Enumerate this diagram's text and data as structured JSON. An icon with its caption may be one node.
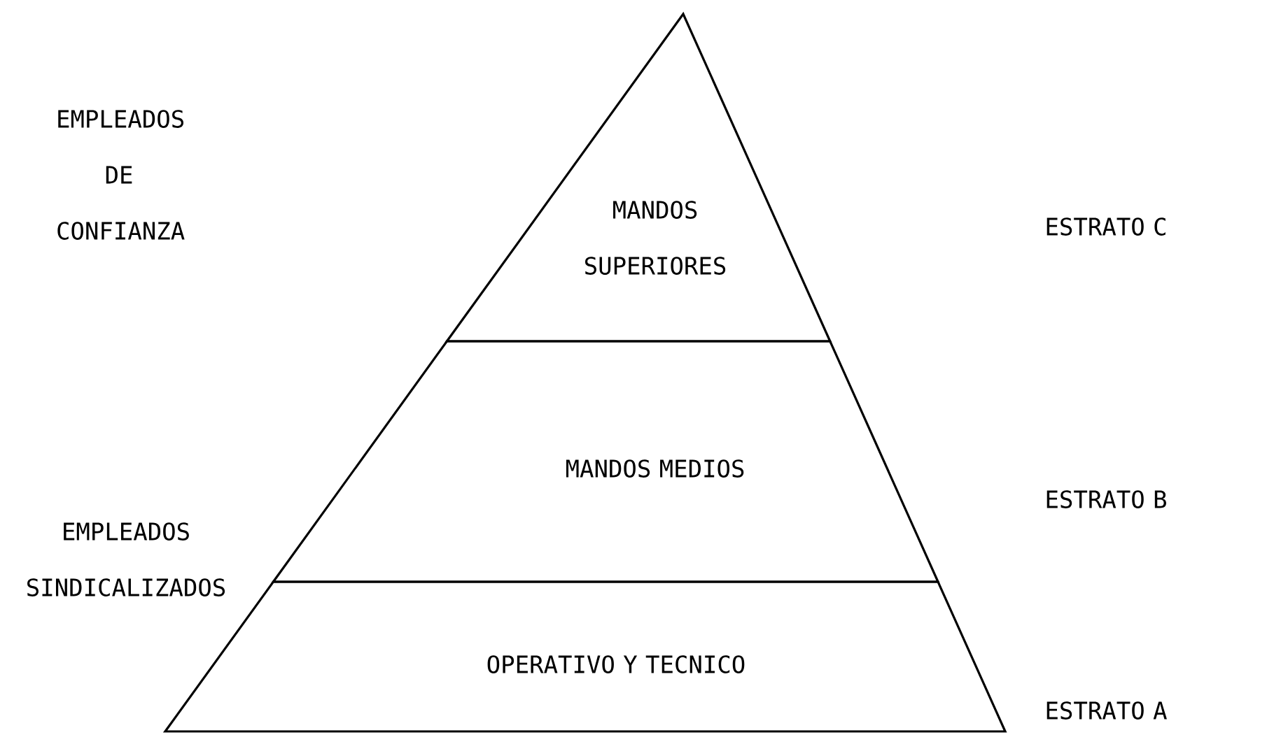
{
  "diagram": {
    "nodes": [
      {
        "text": [
          "MANDOS SUPERIORES"
        ]
      },
      {
        "text": [
          "MANDOS MEDIOS"
        ]
      },
      {
        "text": [
          "OPERATIVO Y TECNICO"
        ]
      }
    ],
    "labels": [
      "EMPLEADOS DE CONFIANZA",
      "ESTRATO C",
      "ESTRATO B",
      "EMPLEADOS SINDICALIZADOS",
      "ESTRATO A"
    ]
  }
}
